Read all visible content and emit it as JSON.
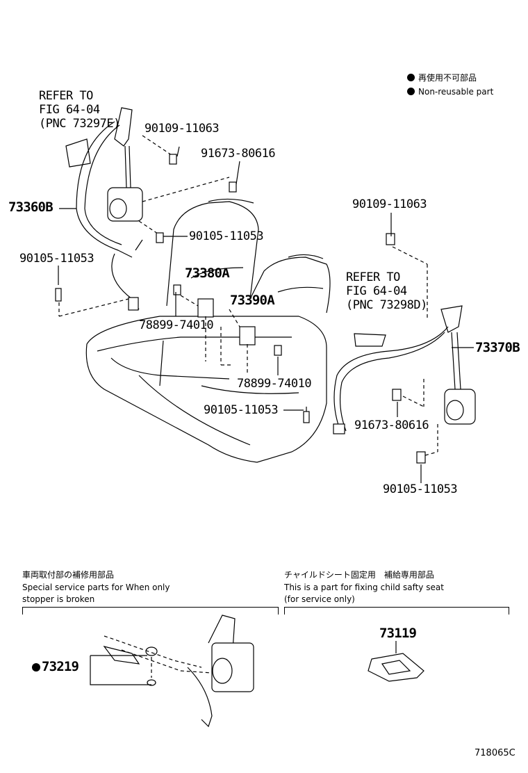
{
  "legend": {
    "jp": "再使用不可部品",
    "en": "Non-reusable part"
  },
  "refer_left": {
    "line1": "REFER TO",
    "line2": "FIG 64-04",
    "line3": "(PNC 73297E)"
  },
  "refer_right": {
    "line1": "REFER TO",
    "line2": "FIG 64-04",
    "line3": "(PNC 73298D)"
  },
  "parts": {
    "p90109_top": "90109-11063",
    "p91673_top": "91673-80616",
    "p73360B": "73360B",
    "p90105_mid": "90105-11053",
    "p90105_left": "90105-11053",
    "p73380A": "73380A",
    "p73390A": "73390A",
    "p78899_a": "78899-74010",
    "p78899_b": "78899-74010",
    "p90105_bottom": "90105-11053",
    "p90109_right": "90109-11063",
    "p73370B": "73370B",
    "p91673_right": "91673-80616",
    "p90105_right": "90105-11053",
    "p73219": "73219",
    "p73119": "73119"
  },
  "section_left": {
    "jp": "車両取付部の補修用部品",
    "en1": "Special service parts for When only",
    "en2": "stopper is broken"
  },
  "section_right": {
    "jp": "チャイルドシート固定用　補給専用部品",
    "en1": "This is a part for fixing child safty seat",
    "en2": "(for service only)"
  },
  "figure_code": "718065C"
}
